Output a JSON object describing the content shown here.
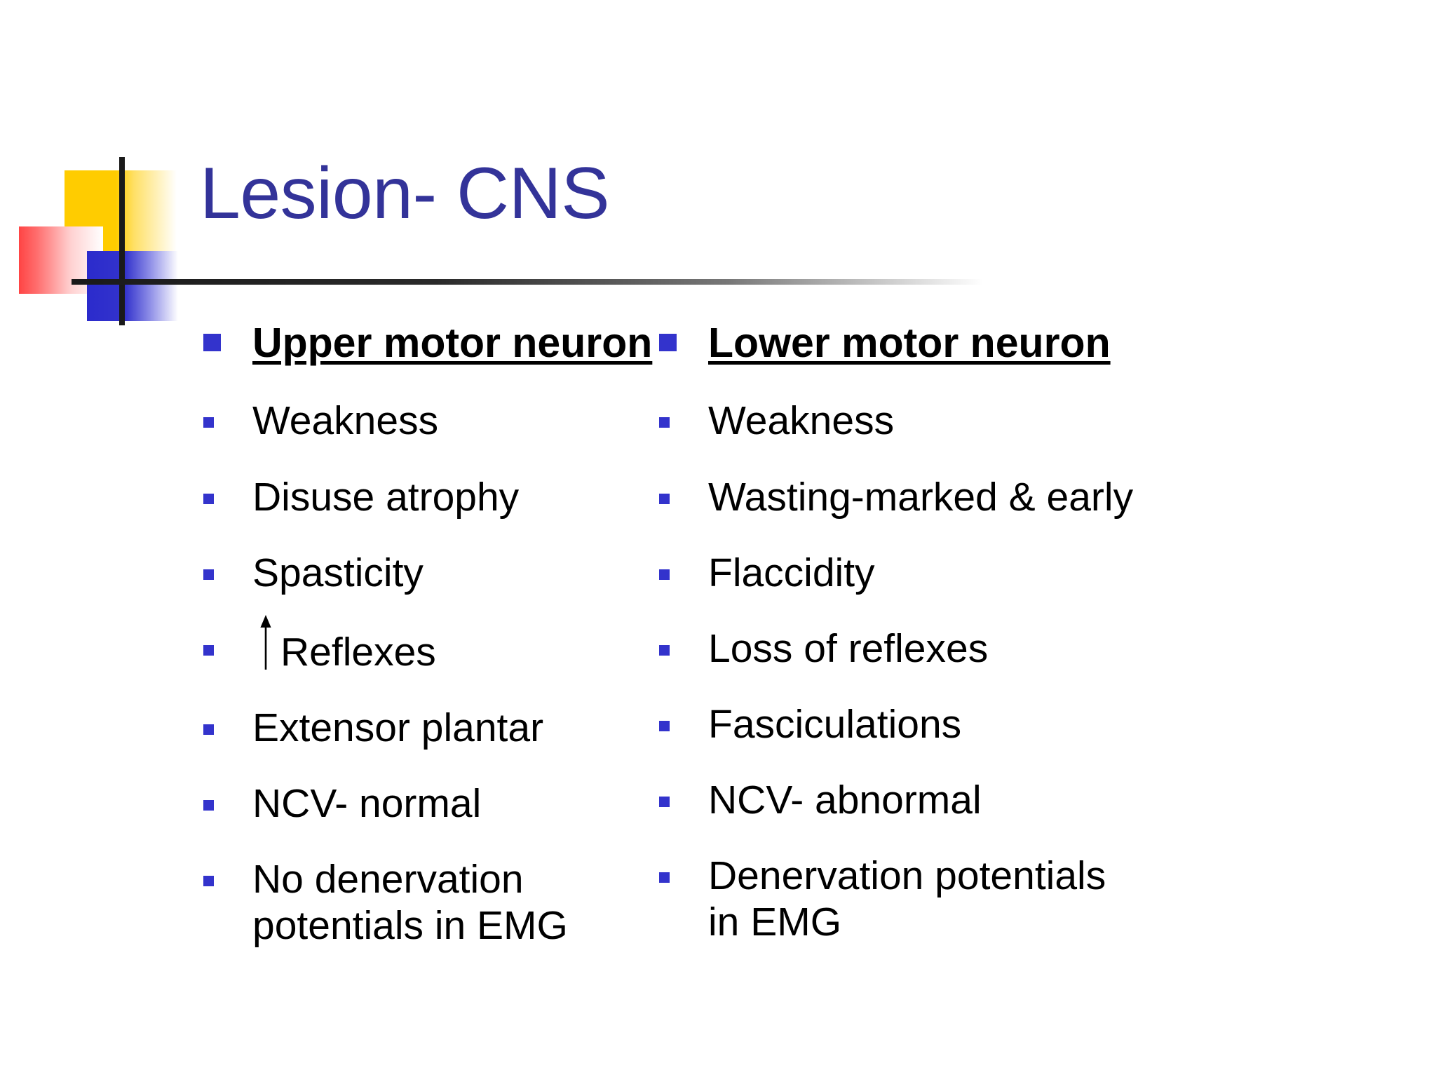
{
  "slide": {
    "title": "Lesion- CNS",
    "title_color": "#333399",
    "accent_bullet_color": "#3333CC",
    "background_color": "#FFFFFF",
    "logo": {
      "yellow_square_color": "#FFCC00",
      "red_square_color": "#FF4444",
      "blue_square_color": "#3333CC",
      "cross_line_color": "#1A1A1A"
    },
    "columns": [
      {
        "id": "upper-motor-neuron",
        "heading": "Upper motor neuron",
        "items": [
          {
            "text": "Weakness",
            "arrow": false
          },
          {
            "text": "Disuse atrophy",
            "arrow": false
          },
          {
            "text": "Spasticity",
            "arrow": false
          },
          {
            "text": "Reflexes",
            "arrow": true,
            "arrow_glyph": "up-arrow"
          },
          {
            "text": "Extensor plantar",
            "arrow": false
          },
          {
            "text": "NCV- normal",
            "arrow": false
          },
          {
            "text": "No denervation potentials in EMG",
            "arrow": false
          }
        ]
      },
      {
        "id": "lower-motor-neuron",
        "heading": "Lower motor neuron",
        "items": [
          {
            "text": "Weakness",
            "arrow": false
          },
          {
            "text": "Wasting-marked & early",
            "arrow": false
          },
          {
            "text": "Flaccidity",
            "arrow": false
          },
          {
            "text": "Loss of reflexes",
            "arrow": false
          },
          {
            "text": "Fasciculations",
            "arrow": false
          },
          {
            "text": "NCV- abnormal",
            "arrow": false
          },
          {
            "text": "Denervation potentials in EMG",
            "arrow": false
          }
        ]
      }
    ]
  }
}
